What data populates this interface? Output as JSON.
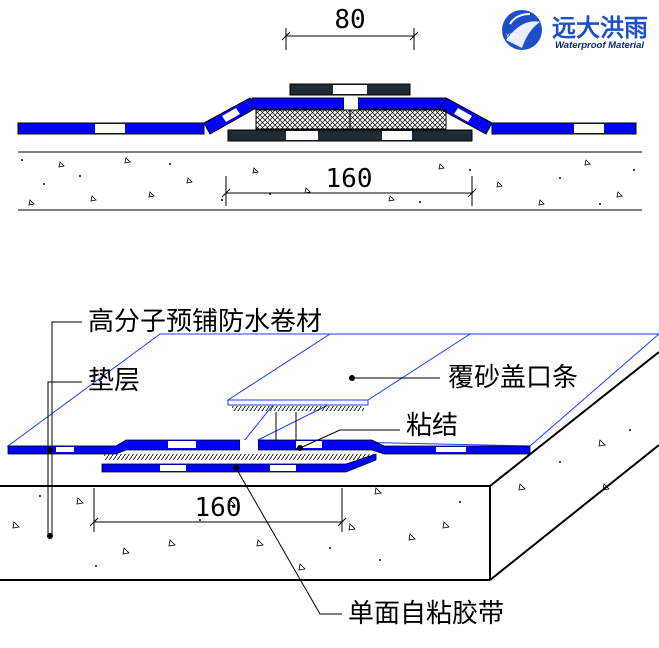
{
  "brand": {
    "name_cn": "远大洪雨",
    "name_en": "Waterproof Material",
    "colors": {
      "blue": "#1e4fc8",
      "dark": "#0d2a73"
    }
  },
  "section_detail": {
    "dim_top": "80",
    "dim_bottom": "160"
  },
  "isometric": {
    "dim": "160",
    "labels": {
      "membrane": "高分子预铺防水卷材",
      "cushion": "垫层",
      "sand_strip": "覆砂盖口条",
      "bond": "粘结",
      "tape": "单面自粘胶带"
    }
  },
  "colors": {
    "membrane_blue": "#0000ff",
    "ink": "#000000",
    "tape_dark": "#1f2a35"
  }
}
